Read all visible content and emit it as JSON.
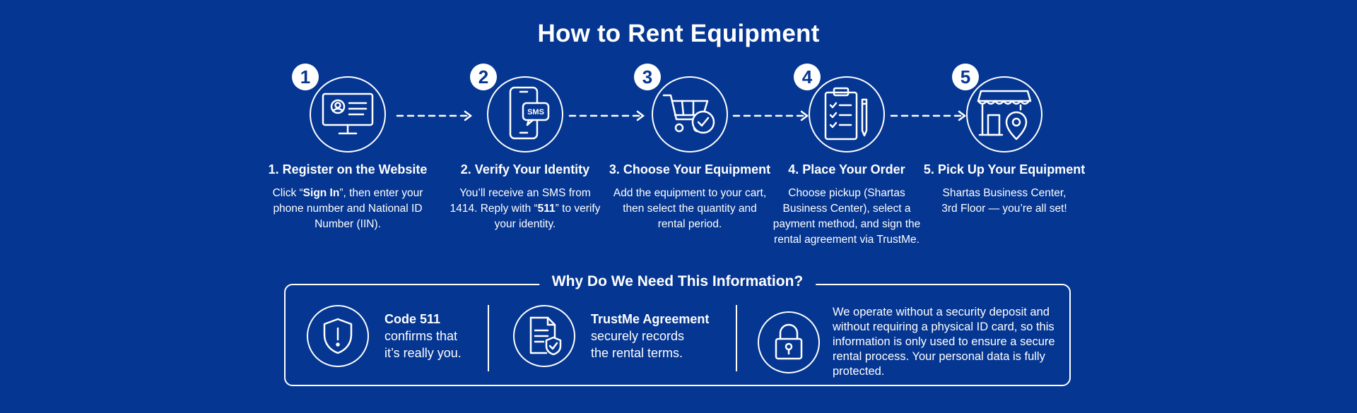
{
  "title": "How to Rent Equipment",
  "steps": [
    {
      "number": "1",
      "title": "1. Register on the Website",
      "desc_prefix": "Click “",
      "desc_bold": "Sign In",
      "desc_suffix": "”, then enter your phone number and National ID Number (IIN).",
      "icon": "computer-user-icon"
    },
    {
      "number": "2",
      "title": "2. Verify Your Identity",
      "desc_prefix": "You’ll receive an SMS from 1414. Reply with “",
      "desc_bold": "511",
      "desc_suffix": "” to verify your identity.",
      "icon": "phone-sms-icon",
      "icon_text": "SMS"
    },
    {
      "number": "3",
      "title": "3. Choose Your Equipment",
      "desc": "Add the equipment to your cart, then select the quantity and rental period.",
      "icon": "cart-check-icon"
    },
    {
      "number": "4",
      "title": "4. Place Your Order",
      "desc": "Choose pickup (Shartas Business Center), select a payment method, and sign the rental agreement via TrustMe.",
      "icon": "clipboard-checklist-icon"
    },
    {
      "number": "5",
      "title": "5. Pick Up Your Equipment",
      "desc": "Shartas Business Center, 3rd Floor — you’re all set!",
      "icon": "store-location-icon"
    }
  ],
  "info": {
    "title": "Why Do We Need This Information?",
    "items": [
      {
        "strong": "Code 511",
        "line1": "confirms that",
        "line2": "it’s really you.",
        "icon": "shield-icon"
      },
      {
        "strong": "TrustMe Agreement",
        "line1": "securely records",
        "line2": "the rental terms.",
        "icon": "document-shield-icon"
      },
      {
        "text": "We operate without a security deposit and without requiring a physical ID card, so this information is only used to ensure a secure rental process. Your personal data is fully protected.",
        "icon": "lock-icon"
      }
    ]
  },
  "colors": {
    "background": "#053691",
    "foreground": "#ffffff"
  }
}
